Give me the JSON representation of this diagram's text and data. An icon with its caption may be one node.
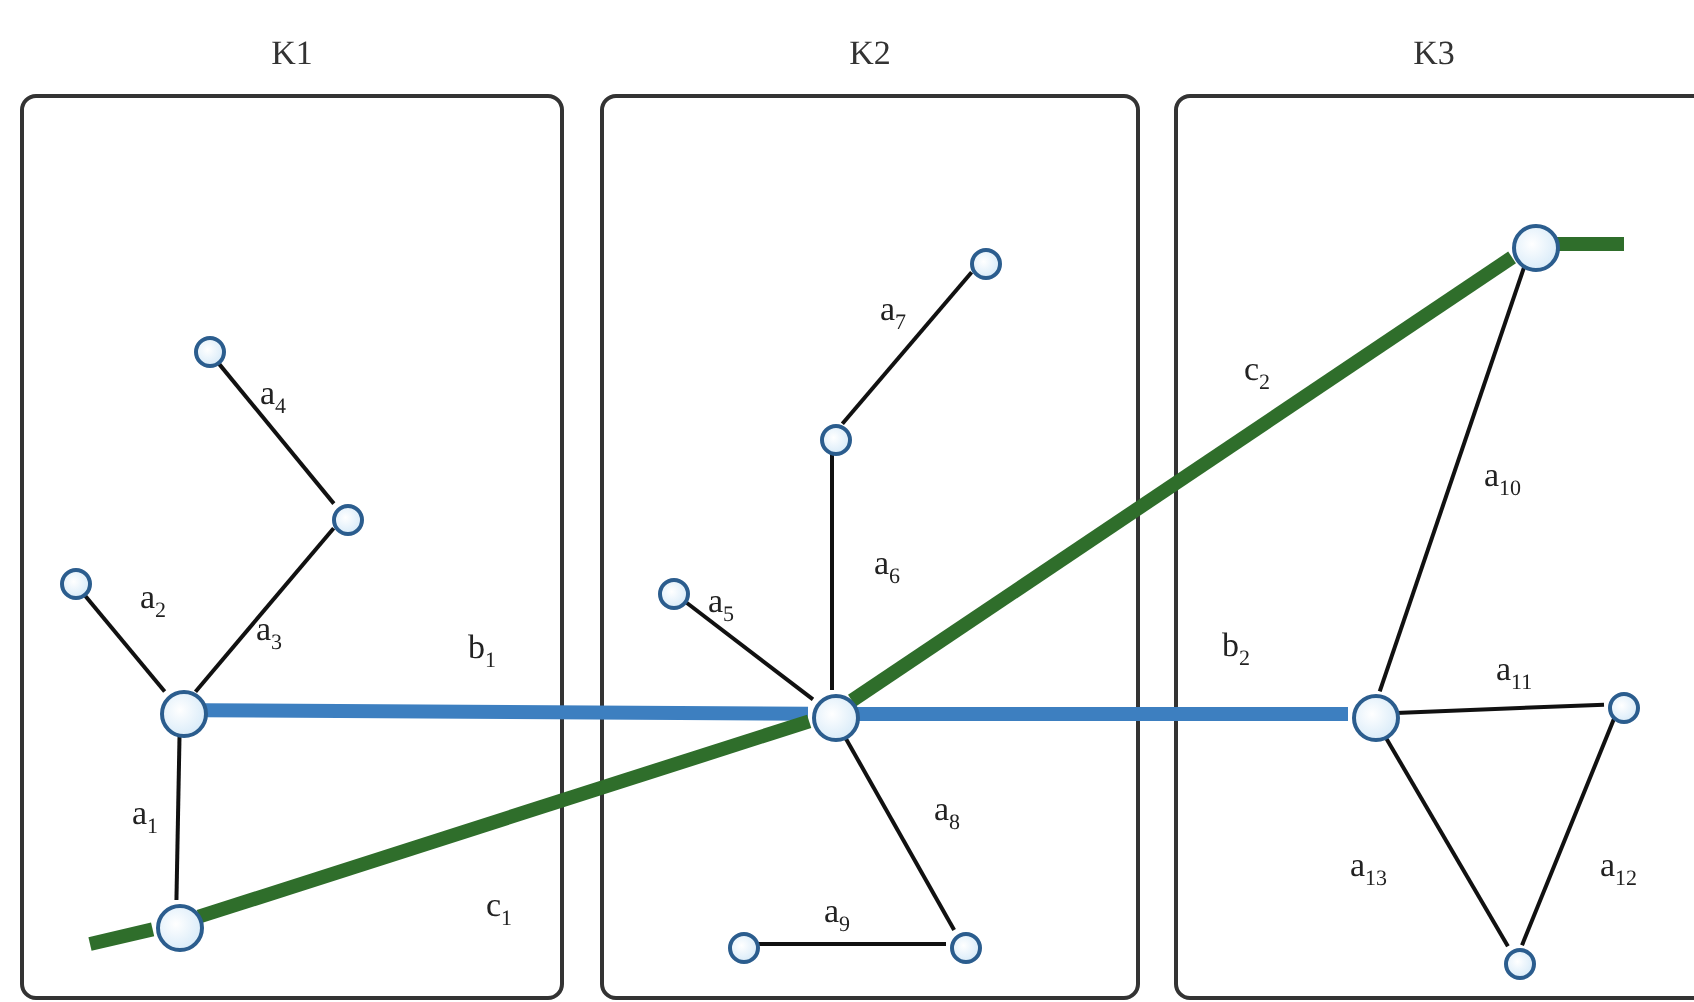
{
  "diagram": {
    "nodes": [
      {
        "text": [
          "K1"
        ]
      },
      {
        "text": [],
        "shape": "circle",
        "in": 0
      },
      {
        "text": [],
        "shape": "circle",
        "in": 0
      },
      {
        "text": [],
        "shape": "circle",
        "in": 0
      },
      {
        "text": [],
        "shape": "circle",
        "in": 0
      },
      {
        "text": [],
        "shape": "circle",
        "in": 0
      },
      {
        "text": [
          "K2"
        ]
      },
      {
        "text": [],
        "shape": "circle",
        "in": 6
      },
      {
        "text": [],
        "shape": "circle",
        "in": 6
      },
      {
        "text": [],
        "shape": "circle",
        "in": 6
      },
      {
        "text": [],
        "shape": "circle",
        "in": 6
      },
      {
        "text": [],
        "shape": "circle",
        "in": 6
      },
      {
        "text": [],
        "shape": "circle",
        "in": 6
      },
      {
        "text": [
          "K3"
        ]
      },
      {
        "text": [],
        "shape": "circle",
        "in": 13
      },
      {
        "text": [],
        "shape": "circle",
        "in": 13
      },
      {
        "text": [],
        "shape": "circle",
        "in": 13
      },
      {
        "text": [],
        "shape": "circle",
        "in": 13
      }
    ],
    "edges": [
      {
        "from": 4,
        "to": 5,
        "arrow": "none",
        "label": "a$_{1}$"
      },
      {
        "from": 3,
        "to": 4,
        "arrow": "none",
        "label": "a$_{2}$"
      },
      {
        "from": 4,
        "to": 2,
        "arrow": "none",
        "label": "a$_{3}$"
      },
      {
        "from": 1,
        "to": 2,
        "arrow": "none",
        "label": "a$_{4}$"
      },
      {
        "from": 4,
        "to": 10,
        "arrow": "none",
        "label": "b$_{1}$",
        "style": "thick",
        "color": "#3d7fc0"
      },
      {
        "from": 5,
        "to": 10,
        "arrow": "none",
        "label": "c$_{1}$",
        "style": "thick",
        "color": "#2f6e2b"
      },
      {
        "from": null,
        "to": 5,
        "arrow": "none",
        "style": "thick",
        "color": "#2f6e2b"
      },
      {
        "from": 9,
        "to": 10,
        "arrow": "none",
        "label": "a$_{5}$"
      },
      {
        "from": 10,
        "to": 8,
        "arrow": "none",
        "label": "a$_{6}$"
      },
      {
        "from": 8,
        "to": 7,
        "arrow": "none",
        "label": "a$_{7}$"
      },
      {
        "from": 10,
        "to": 12,
        "arrow": "none",
        "label": "a$_{8}$"
      },
      {
        "from": 11,
        "to": 12,
        "arrow": "none",
        "label": "a$_{9}$"
      },
      {
        "from": 10,
        "to": 14,
        "arrow": "none",
        "label": "c$_{2}$",
        "style": "thick",
        "color": "#2f6e2b"
      },
      {
        "from": 14,
        "to": null,
        "arrow": "none",
        "style": "thick",
        "color": "#2f6e2b"
      },
      {
        "from": 10,
        "to": 15,
        "arrow": "none",
        "label": "b$_{2}$",
        "style": "thick",
        "color": "#3d7fc0"
      },
      {
        "from": 15,
        "to": 14,
        "arrow": "none",
        "label": "a$_{10}$"
      },
      {
        "from": 15,
        "to": 16,
        "arrow": "none",
        "label": "a$_{11}$"
      },
      {
        "from": 16,
        "to": 17,
        "arrow": "none",
        "label": "a$_{12}$"
      },
      {
        "from": 15,
        "to": 17,
        "arrow": "none",
        "label": "a$_{13}$"
      }
    ]
  }
}
